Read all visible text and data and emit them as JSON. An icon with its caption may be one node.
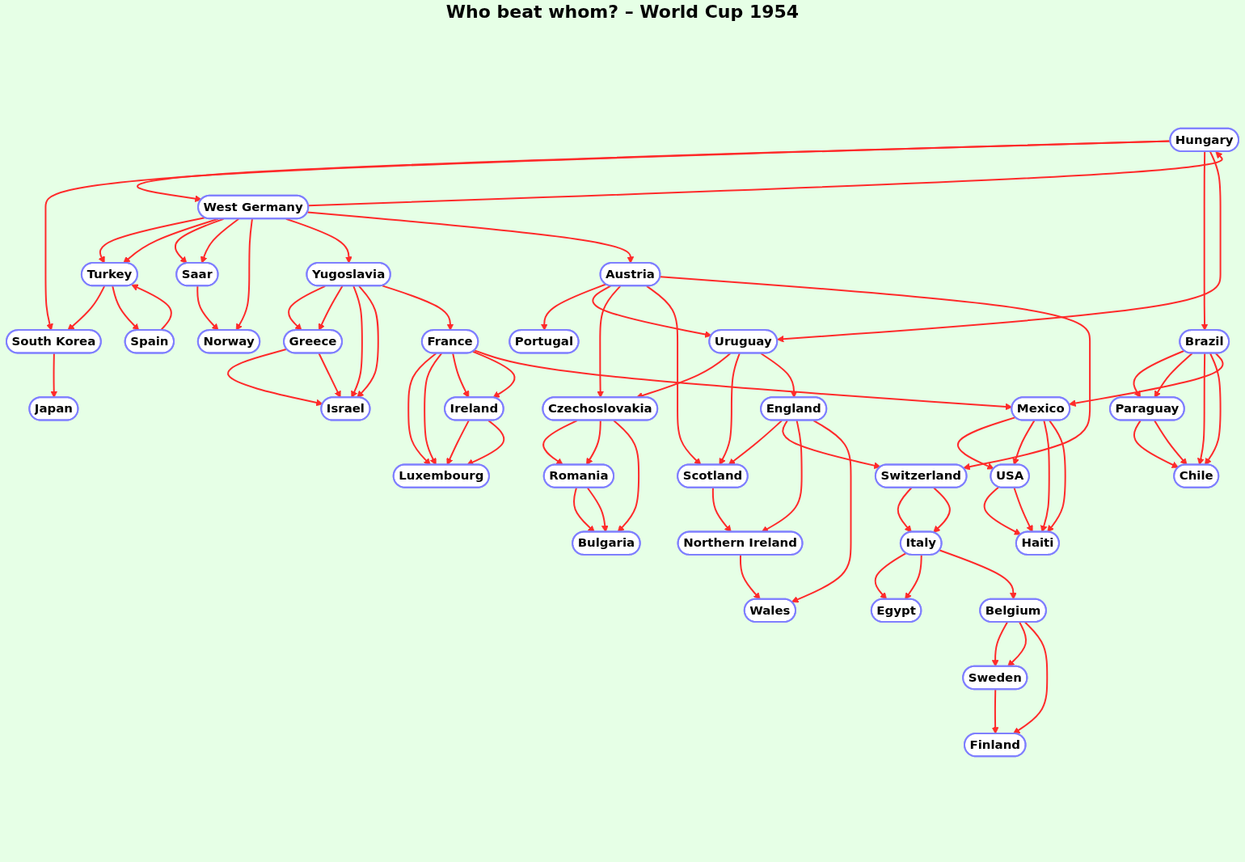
{
  "diagram": {
    "title": "Who beat whom? – World Cup 1954",
    "nodes": [
      {
        "text": [
          "Hungary"
        ]
      },
      {
        "text": [
          "West Germany"
        ]
      },
      {
        "text": [
          "Brazil"
        ]
      },
      {
        "text": [
          "Turkey"
        ]
      },
      {
        "text": [
          "Saar"
        ]
      },
      {
        "text": [
          "Yugoslavia"
        ]
      },
      {
        "text": [
          "Austria"
        ]
      },
      {
        "text": [
          "Paraguay"
        ]
      },
      {
        "text": [
          "South Korea"
        ]
      },
      {
        "text": [
          "Spain"
        ]
      },
      {
        "text": [
          "Norway"
        ]
      },
      {
        "text": [
          "Greece"
        ]
      },
      {
        "text": [
          "France"
        ]
      },
      {
        "text": [
          "Portugal"
        ]
      },
      {
        "text": [
          "Uruguay"
        ]
      },
      {
        "text": [
          "Chile"
        ]
      },
      {
        "text": [
          "Japan"
        ]
      },
      {
        "text": [
          "Israel"
        ]
      },
      {
        "text": [
          "Ireland"
        ]
      },
      {
        "text": [
          "Mexico"
        ]
      },
      {
        "text": [
          "Czechoslovakia"
        ]
      },
      {
        "text": [
          "England"
        ]
      },
      {
        "text": [
          "Luxembourg"
        ]
      },
      {
        "text": [
          "USA"
        ]
      },
      {
        "text": [
          "Romania"
        ]
      },
      {
        "text": [
          "Scotland"
        ]
      },
      {
        "text": [
          "Switzerland"
        ]
      },
      {
        "text": [
          "Haiti"
        ]
      },
      {
        "text": [
          "Bulgaria"
        ]
      },
      {
        "text": [
          "Northern Ireland"
        ]
      },
      {
        "text": [
          "Italy"
        ]
      },
      {
        "text": [
          "Wales"
        ]
      },
      {
        "text": [
          "Egypt"
        ]
      },
      {
        "text": [
          "Belgium"
        ]
      },
      {
        "text": [
          "Sweden"
        ]
      },
      {
        "text": [
          "Finland"
        ]
      }
    ],
    "edges": [
      {
        "from": 0,
        "to": 1,
        "arrow": "to"
      },
      {
        "from": 1,
        "to": 0,
        "arrow": "to"
      },
      {
        "from": 0,
        "to": 8,
        "arrow": "to"
      },
      {
        "from": 0,
        "to": 2,
        "arrow": "to"
      },
      {
        "from": 0,
        "to": 14,
        "arrow": "to"
      },
      {
        "from": 1,
        "to": 3,
        "arrow": "to"
      },
      {
        "from": 1,
        "to": 3,
        "arrow": "to"
      },
      {
        "from": 1,
        "to": 4,
        "arrow": "to"
      },
      {
        "from": 1,
        "to": 4,
        "arrow": "to"
      },
      {
        "from": 1,
        "to": 10,
        "arrow": "to"
      },
      {
        "from": 1,
        "to": 5,
        "arrow": "to"
      },
      {
        "from": 1,
        "to": 6,
        "arrow": "to"
      },
      {
        "from": 2,
        "to": 7,
        "arrow": "to"
      },
      {
        "from": 2,
        "to": 7,
        "arrow": "to"
      },
      {
        "from": 2,
        "to": 15,
        "arrow": "to"
      },
      {
        "from": 2,
        "to": 15,
        "arrow": "to"
      },
      {
        "from": 2,
        "to": 19,
        "arrow": "to"
      },
      {
        "from": 3,
        "to": 8,
        "arrow": "to"
      },
      {
        "from": 3,
        "to": 9,
        "arrow": "to"
      },
      {
        "from": 9,
        "to": 3,
        "arrow": "to"
      },
      {
        "from": 4,
        "to": 10,
        "arrow": "to"
      },
      {
        "from": 5,
        "to": 11,
        "arrow": "to"
      },
      {
        "from": 5,
        "to": 11,
        "arrow": "to"
      },
      {
        "from": 5,
        "to": 17,
        "arrow": "to"
      },
      {
        "from": 5,
        "to": 17,
        "arrow": "to"
      },
      {
        "from": 5,
        "to": 12,
        "arrow": "to"
      },
      {
        "from": 6,
        "to": 13,
        "arrow": "to"
      },
      {
        "from": 6,
        "to": 14,
        "arrow": "to"
      },
      {
        "from": 6,
        "to": 20,
        "arrow": "to"
      },
      {
        "from": 6,
        "to": 25,
        "arrow": "to"
      },
      {
        "from": 6,
        "to": 26,
        "arrow": "to"
      },
      {
        "from": 7,
        "to": 15,
        "arrow": "to"
      },
      {
        "from": 7,
        "to": 15,
        "arrow": "to"
      },
      {
        "from": 8,
        "to": 16,
        "arrow": "to"
      },
      {
        "from": 11,
        "to": 17,
        "arrow": "to"
      },
      {
        "from": 11,
        "to": 17,
        "arrow": "to"
      },
      {
        "from": 12,
        "to": 22,
        "arrow": "to"
      },
      {
        "from": 12,
        "to": 22,
        "arrow": "to"
      },
      {
        "from": 12,
        "to": 18,
        "arrow": "to"
      },
      {
        "from": 12,
        "to": 18,
        "arrow": "to"
      },
      {
        "from": 12,
        "to": 19,
        "arrow": "to"
      },
      {
        "from": 14,
        "to": 20,
        "arrow": "to"
      },
      {
        "from": 14,
        "to": 25,
        "arrow": "to"
      },
      {
        "from": 14,
        "to": 21,
        "arrow": "to"
      },
      {
        "from": 18,
        "to": 22,
        "arrow": "to"
      },
      {
        "from": 18,
        "to": 22,
        "arrow": "to"
      },
      {
        "from": 19,
        "to": 23,
        "arrow": "to"
      },
      {
        "from": 19,
        "to": 23,
        "arrow": "to"
      },
      {
        "from": 19,
        "to": 27,
        "arrow": "to"
      },
      {
        "from": 19,
        "to": 27,
        "arrow": "to"
      },
      {
        "from": 20,
        "to": 24,
        "arrow": "to"
      },
      {
        "from": 20,
        "to": 24,
        "arrow": "to"
      },
      {
        "from": 20,
        "to": 28,
        "arrow": "to"
      },
      {
        "from": 21,
        "to": 25,
        "arrow": "to"
      },
      {
        "from": 21,
        "to": 26,
        "arrow": "to"
      },
      {
        "from": 21,
        "to": 29,
        "arrow": "to"
      },
      {
        "from": 21,
        "to": 31,
        "arrow": "to"
      },
      {
        "from": 23,
        "to": 27,
        "arrow": "to"
      },
      {
        "from": 23,
        "to": 27,
        "arrow": "to"
      },
      {
        "from": 24,
        "to": 28,
        "arrow": "to"
      },
      {
        "from": 24,
        "to": 28,
        "arrow": "to"
      },
      {
        "from": 25,
        "to": 29,
        "arrow": "to"
      },
      {
        "from": 26,
        "to": 30,
        "arrow": "to"
      },
      {
        "from": 26,
        "to": 30,
        "arrow": "to"
      },
      {
        "from": 29,
        "to": 31,
        "arrow": "to"
      },
      {
        "from": 30,
        "to": 32,
        "arrow": "to"
      },
      {
        "from": 30,
        "to": 32,
        "arrow": "to"
      },
      {
        "from": 30,
        "to": 33,
        "arrow": "to"
      },
      {
        "from": 33,
        "to": 34,
        "arrow": "to"
      },
      {
        "from": 33,
        "to": 34,
        "arrow": "to"
      },
      {
        "from": 33,
        "to": 35,
        "arrow": "to"
      },
      {
        "from": 34,
        "to": 35,
        "arrow": "to"
      }
    ]
  }
}
